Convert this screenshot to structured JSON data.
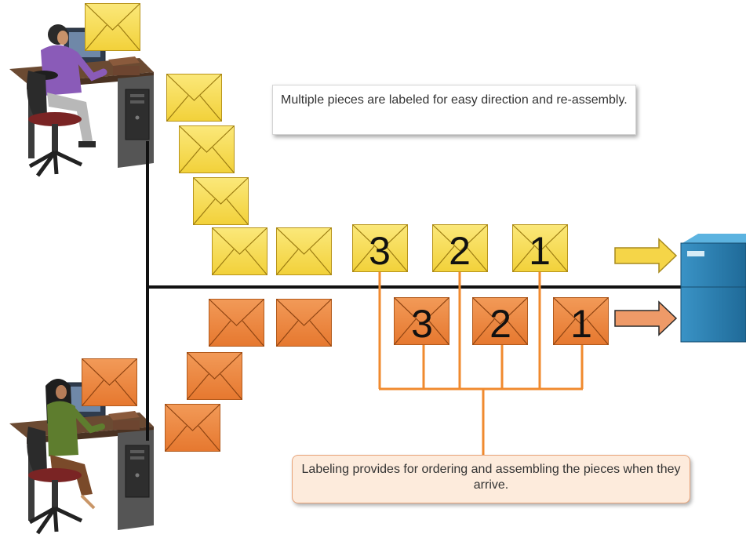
{
  "callouts": {
    "top": "Multiple pieces are labeled for easy direction and re-assembly.",
    "bottom": "Labeling provides for ordering and assembling the pieces when they arrive."
  },
  "yellow_stream": {
    "color": "#f7dd55",
    "labels": [
      "3",
      "2",
      "1"
    ]
  },
  "orange_stream": {
    "color": "#ef8a43",
    "labels": [
      "3",
      "2",
      "1"
    ]
  },
  "colors": {
    "network_line": "#111111",
    "bracket": "#f08a2e",
    "server": "#2a7fb0",
    "arrow_yellow": "#f5d548",
    "arrow_orange": "#ee9a68"
  },
  "icons": [
    "man-at-computer-icon",
    "woman-at-computer-icon",
    "server-icon",
    "envelope-icon",
    "right-arrow-icon"
  ]
}
